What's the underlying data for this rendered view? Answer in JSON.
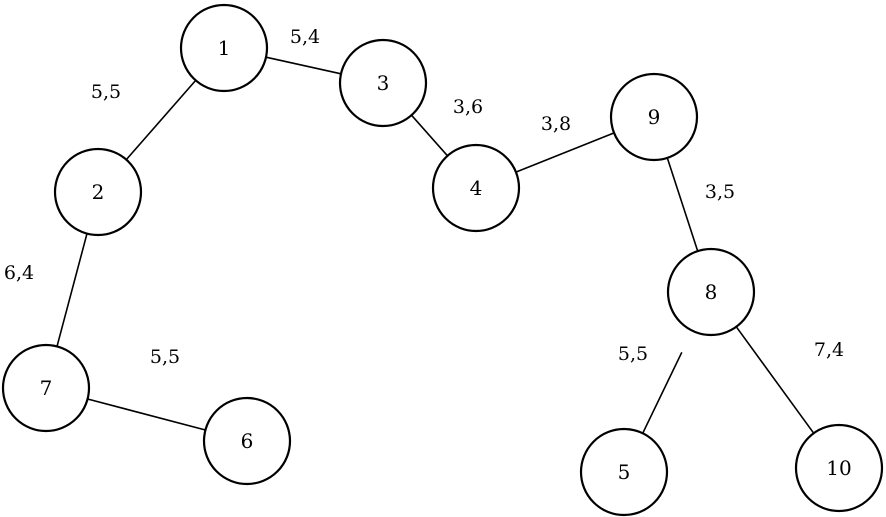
{
  "graph": {
    "nodes": [
      {
        "id": "1",
        "label": "1"
      },
      {
        "id": "2",
        "label": "2"
      },
      {
        "id": "3",
        "label": "3"
      },
      {
        "id": "4",
        "label": "4"
      },
      {
        "id": "5",
        "label": "5"
      },
      {
        "id": "6",
        "label": "6"
      },
      {
        "id": "7",
        "label": "7"
      },
      {
        "id": "8",
        "label": "8"
      },
      {
        "id": "9",
        "label": "9"
      },
      {
        "id": "10",
        "label": "10"
      }
    ],
    "edges": [
      {
        "from": "1",
        "to": "2",
        "label": "5,5"
      },
      {
        "from": "1",
        "to": "3",
        "label": "5,4"
      },
      {
        "from": "3",
        "to": "4",
        "label": "3,6"
      },
      {
        "from": "4",
        "to": "9",
        "label": "3,8"
      },
      {
        "from": "9",
        "to": "8",
        "label": "3,5"
      },
      {
        "from": "2",
        "to": "7",
        "label": "6,4"
      },
      {
        "from": "7",
        "to": "6",
        "label": "5,5"
      },
      {
        "from": "8",
        "to": "5",
        "label": "5,5"
      },
      {
        "from": "8",
        "to": "10",
        "label": "7,4"
      }
    ]
  }
}
